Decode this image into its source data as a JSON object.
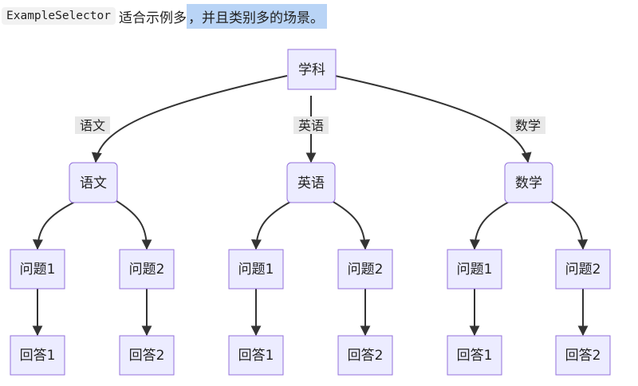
{
  "caption": {
    "code": "ExampleSelector",
    "text_plain": "适合示例多",
    "text_highlighted": "，并且类别多的场景。"
  },
  "diagram": {
    "root": {
      "label": "学科"
    },
    "edge_labels": [
      "语文",
      "英语",
      "数学"
    ],
    "subjects": [
      {
        "label": "语文",
        "questions": [
          "问题1",
          "问题2"
        ],
        "answers": [
          "回答1",
          "回答2"
        ]
      },
      {
        "label": "英语",
        "questions": [
          "问题1",
          "问题2"
        ],
        "answers": [
          "回答1",
          "回答2"
        ]
      },
      {
        "label": "数学",
        "questions": [
          "问题1",
          "问题2"
        ],
        "answers": [
          "回答1",
          "回答2"
        ]
      }
    ],
    "colors": {
      "node_fill": "#ececff",
      "node_stroke": "#9370db",
      "edge": "#333333",
      "edge_label_bg": "#e8e8e8",
      "highlight": "#b9d4f6"
    }
  }
}
